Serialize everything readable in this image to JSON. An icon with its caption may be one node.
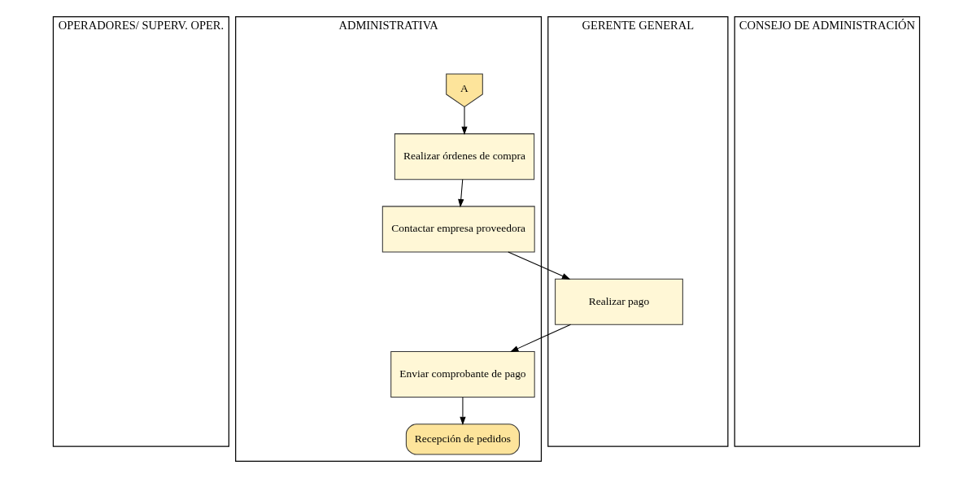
{
  "diagram": {
    "nodes": [
      {
        "text": [
          "OPERADORES/ SUPERV. OPER."
        ]
      },
      {
        "text": [
          "ADMINISTRATIVA"
        ]
      },
      {
        "text": [
          "GERENTE GENERAL"
        ]
      },
      {
        "text": [
          "CONSEJO DE ADMINISTRACIÓN"
        ]
      },
      {
        "text": [
          "A"
        ],
        "in": 1
      },
      {
        "text": [
          "Realizar órdenes de compra"
        ],
        "in": 1
      },
      {
        "text": [
          "Contactar empresa proveedora"
        ],
        "in": 1
      },
      {
        "text": [
          "Realizar pago"
        ],
        "in": 2
      },
      {
        "text": [
          "Enviar comprobante de pago"
        ],
        "in": 1
      },
      {
        "text": [
          "Recepción de pedidos"
        ],
        "in": 1
      }
    ],
    "edges": [
      {
        "from": 4,
        "to": 5,
        "arrow": "to"
      },
      {
        "from": 5,
        "to": 6,
        "arrow": "to"
      },
      {
        "from": 6,
        "to": 7,
        "arrow": "to"
      },
      {
        "from": 7,
        "to": 8,
        "arrow": "to"
      },
      {
        "from": 8,
        "to": 9,
        "arrow": "to"
      }
    ]
  }
}
